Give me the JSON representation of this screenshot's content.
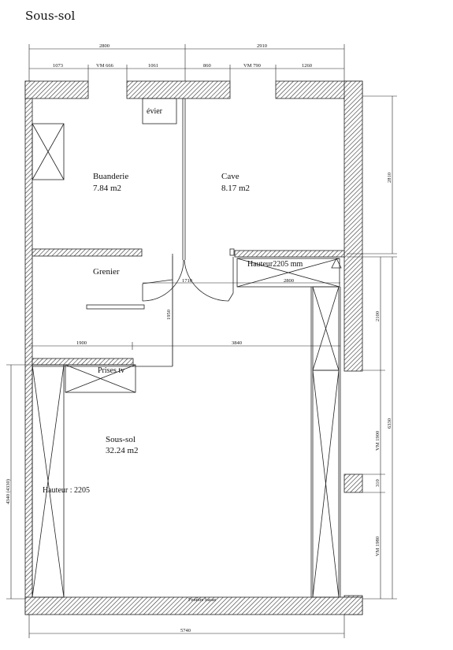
{
  "title": "Sous-sol",
  "rooms": {
    "buanderie": {
      "name": "Buanderie",
      "area": "7.84 m2"
    },
    "cave": {
      "name": "Cave",
      "area": "8.17 m2"
    },
    "grenier": {
      "name": "Grenier"
    },
    "sous_sol": {
      "name": "Sous-sol",
      "area": "32.24 m2"
    }
  },
  "labels": {
    "evier": "évier",
    "prises_tv": "Prises tv",
    "hauteur_left": "Hauteur : 2205",
    "hauteur_top": "Hauteur2205 mm",
    "soupirail": "Fenêtre basse"
  },
  "dimensions": {
    "top_left_total": "2800",
    "top_right_total": "2910",
    "top_seg_1": "1073",
    "top_seg_vm1": "VM 666",
    "top_seg_2": "1061",
    "top_seg_3": "860",
    "top_seg_vm2": "VM 790",
    "top_seg_4": "1260",
    "mid_1710": "1710",
    "mid_2800": "2800",
    "vert_1950": "1950",
    "mid_1900": "1900",
    "mid_3840": "3840",
    "right_2810": "2810",
    "right_2100": "2100",
    "right_vm1900": "VM 1900",
    "right_310": "310",
    "right_vm1980": "VM 1980",
    "right_6330": "6330",
    "left_4340": "4340 (4330)",
    "bottom_5740": "5740"
  }
}
